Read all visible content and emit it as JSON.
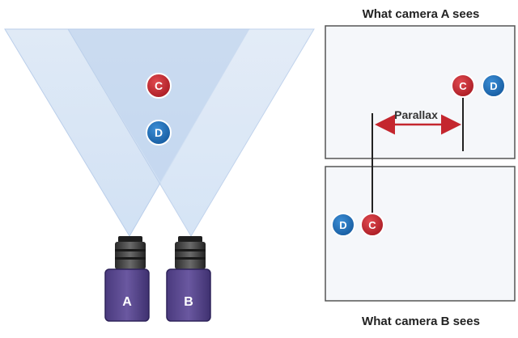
{
  "colors": {
    "beam_light": "#dde8f7",
    "beam_mid": "#c3d6ef",
    "beam_edge": "#a8c0e2",
    "camera_body": "#5c4a8f",
    "camera_body_dark": "#3f3170",
    "lens": "#3a3a3a",
    "point_c": "#c4262e",
    "point_d": "#1d6fbf",
    "arrow": "#c4262e",
    "panel_border": "#555555"
  },
  "cameras": [
    {
      "label": "A",
      "icon": "camera-icon"
    },
    {
      "label": "B",
      "icon": "camera-icon"
    }
  ],
  "points": {
    "c_label": "C",
    "d_label": "D"
  },
  "panels": {
    "top_title": "What camera A sees",
    "bottom_title": "What camera B sees"
  },
  "parallax_label": "Parallax"
}
